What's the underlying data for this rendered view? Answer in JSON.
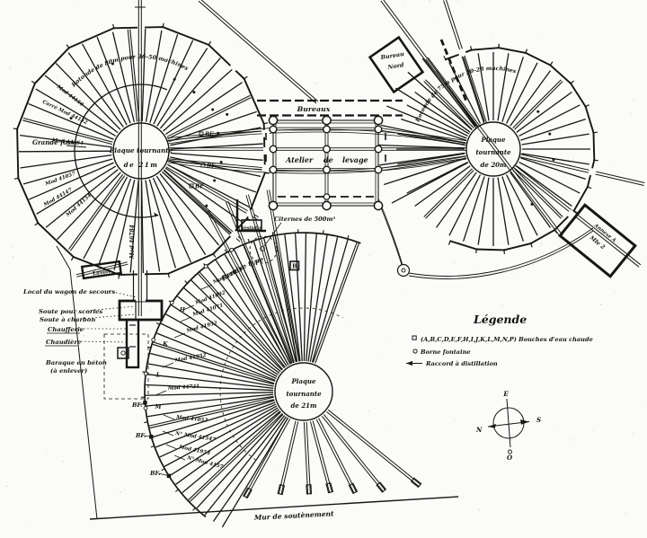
{
  "rotunda_left": {
    "center_label_1": "Plaque tournante",
    "center_label_2": "de 21m",
    "curved_label": "Rotonde de 80m pour 36-50 machines",
    "ray_labels": [
      "Carré Mod 44152",
      "Mod 44150",
      "Mod 44151",
      "Mod 41057",
      "Mod 44147",
      "Mod 44154"
    ],
    "marker_label": "BF",
    "fosse_label": "Grande fosse",
    "vertical_track_label": "Mod 46784"
  },
  "rotunda_right": {
    "center_label_1": "Plaque",
    "center_label_2": "tournante",
    "center_label_3": "de 20m",
    "curved_label": "Rotonde de 75m pour 20-28 machines",
    "bureau_nord_1": "Bureau",
    "bureau_nord_2": "Nord"
  },
  "fan": {
    "center_label_1": "Plaque",
    "center_label_2": "tournante",
    "center_label_3": "de 21m",
    "ray_labels": [
      "Mod 41953",
      "Mod 41092",
      "Mod 41071",
      "Mod 41952",
      "Mod 41952",
      "Mod 44721",
      "Mod 41052",
      "N° Mod 41547",
      "Mod 41953",
      "N° Mod 4157"
    ],
    "arc_letters": [
      "H",
      "K",
      "L",
      "M"
    ],
    "bf_labels": [
      "BF.",
      "BF.",
      "BF."
    ],
    "remise_label": "Remise type",
    "remise_box_letter": "B",
    "citerne_label": "Citernes de 500m³"
  },
  "atelier": {
    "label_1": "Atelier",
    "label_2": "de",
    "label_3": "levage"
  },
  "bureaux": {
    "label": "Bureaux"
  },
  "annexe": {
    "line1": "Annexe A",
    "line2": "Mle 2"
  },
  "vestiaire_label": "Vestiaire",
  "lavoir_label": "Lavoir",
  "left_labels": [
    "Local du wagon de secours",
    "Soute pour scories",
    "Soute à charbon",
    "Chaufferie",
    "Chaudière",
    "Baraque en béton",
    "(à enlever)"
  ],
  "mur_label": "Mur de soutènement",
  "legend": {
    "title": "Légende",
    "item_squares": "(A,B,C,D,E,F,H,I,J,K,L,M,N,P) Bouches d'eau chaude",
    "item_circle": "Borne fontaine",
    "item_arrow": "Raccord à distillation"
  },
  "compass": {
    "top": "E",
    "right": "S",
    "left": "N",
    "bottom": "O"
  },
  "colors": {
    "ink": "#161614",
    "paper": "#fbfbf9"
  }
}
